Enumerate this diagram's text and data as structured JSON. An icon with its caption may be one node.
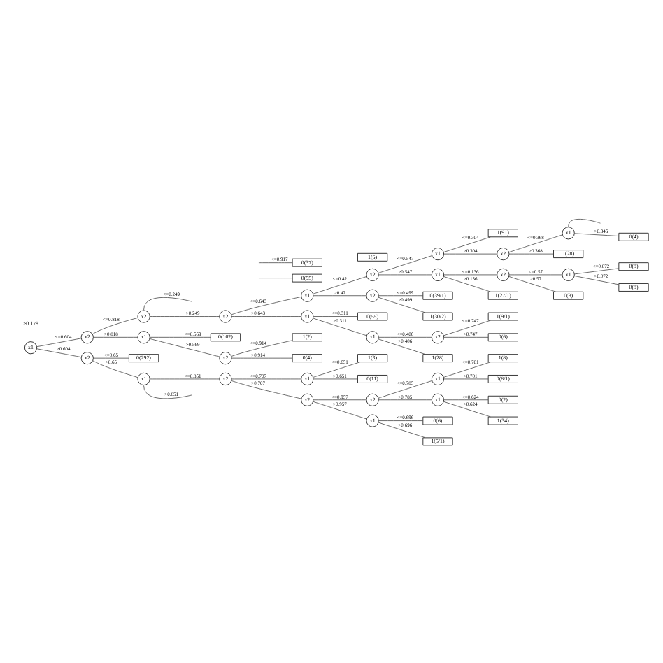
{
  "diagram": {
    "nodes": [
      {
        "text": [
          "x1"
        ]
      },
      {
        "text": [
          "x2"
        ]
      },
      {
        "text": [
          "x2"
        ]
      },
      {
        "text": [
          "0(95)"
        ]
      },
      {
        "text": [
          "x2"
        ]
      },
      {
        "text": [
          "x1"
        ]
      },
      {
        "text": [
          "x2"
        ]
      },
      {
        "text": [
          "x1"
        ]
      },
      {
        "text": [
          "1(91)"
        ]
      },
      {
        "text": [
          "x2"
        ]
      },
      {
        "text": [
          "x1"
        ]
      },
      {
        "text": [
          "0(4)"
        ]
      },
      {
        "text": [
          "1(28)"
        ]
      },
      {
        "text": [
          "x1"
        ]
      },
      {
        "text": [
          "x2"
        ]
      },
      {
        "text": [
          "x1"
        ]
      },
      {
        "text": [
          "0(8)"
        ]
      },
      {
        "text": [
          "0(8)"
        ]
      },
      {
        "text": [
          "0(8)"
        ]
      },
      {
        "text": [
          "1(27/1)"
        ]
      },
      {
        "text": [
          "x2"
        ]
      },
      {
        "text": [
          "0(39/1)"
        ]
      },
      {
        "text": [
          "1(30/2)"
        ]
      },
      {
        "text": [
          "x1"
        ]
      },
      {
        "text": [
          "0(55)"
        ]
      },
      {
        "text": [
          "x1"
        ]
      },
      {
        "text": [
          "x2"
        ]
      },
      {
        "text": [
          "1(9/1)"
        ]
      },
      {
        "text": [
          "0(6)"
        ]
      },
      {
        "text": [
          "1(28)"
        ]
      },
      {
        "text": [
          "x1"
        ]
      },
      {
        "text": [
          "0(102)"
        ]
      },
      {
        "text": [
          "x2"
        ]
      },
      {
        "text": [
          "1(2)"
        ]
      },
      {
        "text": [
          "0(4)"
        ]
      },
      {
        "text": [
          "x2"
        ]
      },
      {
        "text": [
          "0(292)"
        ]
      },
      {
        "text": [
          "x1"
        ]
      },
      {
        "text": [
          "x2"
        ]
      },
      {
        "text": [
          "x1"
        ]
      },
      {
        "text": [
          "1(3)"
        ]
      },
      {
        "text": [
          "0(11)"
        ]
      },
      {
        "text": [
          "x2"
        ]
      },
      {
        "text": [
          "x2"
        ]
      },
      {
        "text": [
          "x1"
        ]
      },
      {
        "text": [
          "1(8)"
        ]
      },
      {
        "text": [
          "0(8/1)"
        ]
      },
      {
        "text": [
          "x1"
        ]
      },
      {
        "text": [
          "0(2)"
        ]
      },
      {
        "text": [
          "1(34)"
        ]
      },
      {
        "text": [
          "x1"
        ]
      },
      {
        "text": [
          "0(6)"
        ]
      },
      {
        "text": [
          "1(5/1)"
        ]
      },
      {
        "text": [
          "0(37)"
        ]
      },
      {
        "text": [
          "1(6)"
        ]
      }
    ],
    "edges": [
      {
        "from": 0,
        "to": 1,
        "arrow": "none",
        "label": "<=0.604"
      },
      {
        "from": 1,
        "to": 2,
        "arrow": "none",
        "label": "<=0.818"
      },
      {
        "from": 2,
        "to": null,
        "arrow": "none",
        "label": "<=0.249"
      },
      {
        "from": null,
        "to": 3,
        "arrow": "none"
      },
      {
        "from": 2,
        "to": 4,
        "arrow": "none",
        "label": ">0.249"
      },
      {
        "from": 4,
        "to": 5,
        "arrow": "none",
        "label": "<=0.643"
      },
      {
        "from": 5,
        "to": 6,
        "arrow": "none",
        "label": "<=0.42"
      },
      {
        "from": 6,
        "to": 7,
        "arrow": "none",
        "label": "<=0.547"
      },
      {
        "from": 7,
        "to": 8,
        "arrow": "none",
        "label": "<=0.304"
      },
      {
        "from": 7,
        "to": 9,
        "arrow": "none",
        "label": ">0.304"
      },
      {
        "from": 9,
        "to": 10,
        "arrow": "none",
        "label": "<=0.368"
      },
      {
        "from": 10,
        "to": null,
        "arrow": "none"
      },
      {
        "from": 10,
        "to": 11,
        "arrow": "none",
        "label": ">0.346"
      },
      {
        "from": 9,
        "to": 12,
        "arrow": "none",
        "label": ">0.368"
      },
      {
        "from": 6,
        "to": 13,
        "arrow": "none",
        "label": ">0.547"
      },
      {
        "from": 13,
        "to": 14,
        "arrow": "none",
        "label": "<=0.136"
      },
      {
        "from": 14,
        "to": 15,
        "arrow": "none",
        "label": "<=0.57"
      },
      {
        "from": 15,
        "to": 16,
        "arrow": "none",
        "label": "<=0.072"
      },
      {
        "from": 15,
        "to": 17,
        "arrow": "none",
        "label": ">0.072"
      },
      {
        "from": 14,
        "to": 18,
        "arrow": "none",
        "label": ">0.57"
      },
      {
        "from": 13,
        "to": 19,
        "arrow": "none",
        "label": ">0.136"
      },
      {
        "from": 5,
        "to": 20,
        "arrow": "none",
        "label": ">0.42"
      },
      {
        "from": 20,
        "to": 21,
        "arrow": "none",
        "label": "<=0.499"
      },
      {
        "from": 20,
        "to": 22,
        "arrow": "none",
        "label": ">0.499"
      },
      {
        "from": 4,
        "to": 23,
        "arrow": "none",
        "label": ">0.643"
      },
      {
        "from": 23,
        "to": 24,
        "arrow": "none",
        "label": "<=0.311"
      },
      {
        "from": 23,
        "to": 25,
        "arrow": "none",
        "label": ">0.311"
      },
      {
        "from": 25,
        "to": 26,
        "arrow": "none",
        "label": "<=0.406"
      },
      {
        "from": 26,
        "to": 27,
        "arrow": "none",
        "label": "<=0.747"
      },
      {
        "from": 26,
        "to": 28,
        "arrow": "none",
        "label": ">0.747"
      },
      {
        "from": 25,
        "to": 29,
        "arrow": "none",
        "label": ">0.406"
      },
      {
        "from": 1,
        "to": 30,
        "arrow": "none",
        "label": ">0.818"
      },
      {
        "from": 30,
        "to": 31,
        "arrow": "none",
        "label": "<=0.569"
      },
      {
        "from": 30,
        "to": 32,
        "arrow": "none",
        "label": ">0.569"
      },
      {
        "from": 32,
        "to": 33,
        "arrow": "none",
        "label": "<=0.914"
      },
      {
        "from": 32,
        "to": 34,
        "arrow": "none",
        "label": ">0.914"
      },
      {
        "from": 0,
        "to": 35,
        "arrow": "none",
        "label": ">0.604"
      },
      {
        "from": 35,
        "to": 36,
        "arrow": "none",
        "label": "<=0.65"
      },
      {
        "from": 35,
        "to": 37,
        "arrow": "none",
        "label": ">0.65"
      },
      {
        "from": 37,
        "to": 38,
        "arrow": "none",
        "label": "<=0.851"
      },
      {
        "from": 38,
        "to": 39,
        "arrow": "none",
        "label": "<=0.707"
      },
      {
        "from": 39,
        "to": 40,
        "arrow": "none",
        "label": "<=0.651"
      },
      {
        "from": 39,
        "to": 41,
        "arrow": "none",
        "label": ">0.651"
      },
      {
        "from": 38,
        "to": 42,
        "arrow": "none",
        "label": ">0.707"
      },
      {
        "from": 42,
        "to": 43,
        "arrow": "none",
        "label": "<=0.957"
      },
      {
        "from": 43,
        "to": 44,
        "arrow": "none",
        "label": "<=0.785"
      },
      {
        "from": 44,
        "to": 45,
        "arrow": "none",
        "label": "<=0.701"
      },
      {
        "from": 44,
        "to": 46,
        "arrow": "none",
        "label": ">0.701"
      },
      {
        "from": 43,
        "to": 47,
        "arrow": "none",
        "label": ">0.785"
      },
      {
        "from": 47,
        "to": 48,
        "arrow": "none",
        "label": "<=0.624"
      },
      {
        "from": 47,
        "to": 49,
        "arrow": "none",
        "label": ">0.624"
      },
      {
        "from": 42,
        "to": 50,
        "arrow": "none",
        "label": ">0.957"
      },
      {
        "from": 50,
        "to": 51,
        "arrow": "none",
        "label": "<=0.696"
      },
      {
        "from": 50,
        "to": 52,
        "arrow": "none",
        "label": ">0.696"
      },
      {
        "from": 37,
        "to": null,
        "arrow": "none",
        "label": ">0.851"
      },
      {
        "from": null,
        "to": 53,
        "arrow": "none",
        "label": "<=0.917"
      }
    ],
    "labels": [
      ">0.178"
    ]
  }
}
